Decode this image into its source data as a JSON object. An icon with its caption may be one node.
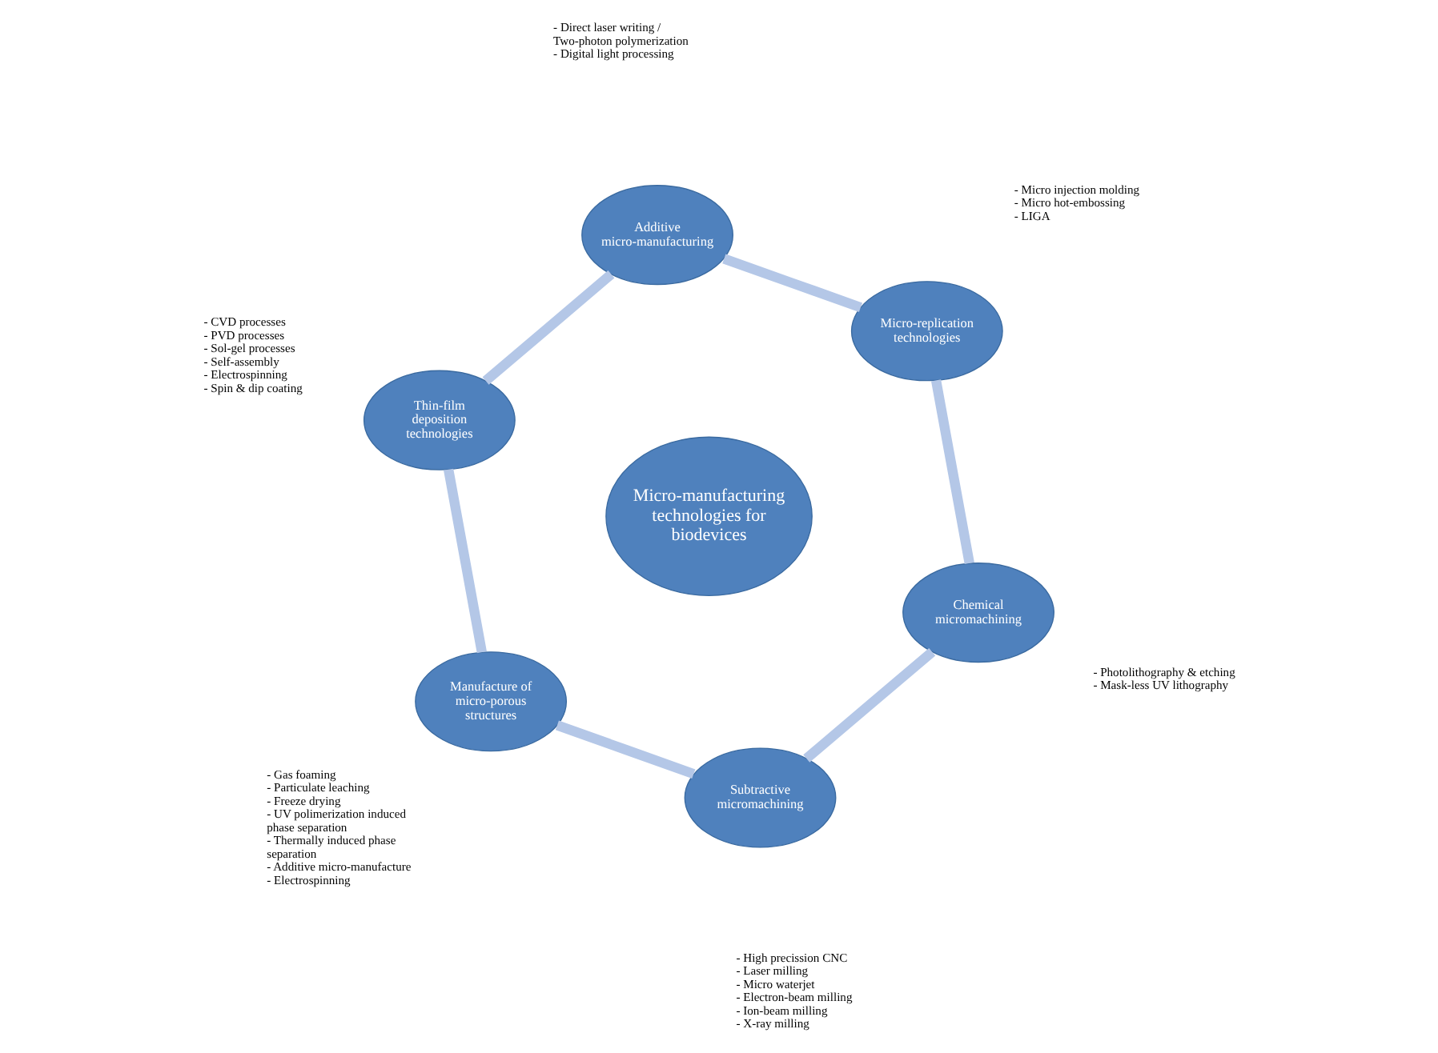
{
  "diagram": {
    "nodes": [
      {
        "text": [
          "Micro-manufacturing technologies for biodevices"
        ]
      },
      {
        "text": [
          "Subtractive micromachining"
        ],
        "beside": [
          "- High precission CNC",
          "- Laser milling",
          "- Micro waterjet",
          "- Electron-beam milling",
          "- Ion-beam milling",
          "- X-ray milling"
        ]
      },
      {
        "text": [
          "Manufacture of micro-porous structures"
        ],
        "beside": [
          "- Gas foaming",
          "- Particulate leaching",
          "- Freeze drying",
          "- UV polimerization induced phase separation",
          "- Thermally induced phase separation",
          "- Additive micro-manufacture",
          "- Electrospinning"
        ]
      },
      {
        "text": [
          "Thin-film deposition technologies"
        ],
        "beside": [
          "- CVD processes",
          "- PVD processes",
          "- Sol-gel processes",
          "- Self-assembly",
          "- Electrospinning",
          "- Spin & dip coating"
        ]
      },
      {
        "text": [
          "Additive micro-manufacturing"
        ],
        "beside": [
          "- Direct laser writing / Two-photon polymerization",
          "- Digital light processing"
        ]
      },
      {
        "text": [
          "Micro-replication technologies"
        ],
        "beside": [
          "- Micro injection molding",
          "- Micro hot-embossing",
          "- LIGA"
        ]
      },
      {
        "text": [
          "Chemical micromachining"
        ],
        "beside": [
          "- Photolithography & etching",
          "- Mask-less UV lithography"
        ]
      }
    ],
    "edges": [
      {
        "from": 1,
        "to": 2,
        "arrow": "none"
      },
      {
        "from": 2,
        "to": 3,
        "arrow": "none"
      },
      {
        "from": 3,
        "to": 4,
        "arrow": "none"
      },
      {
        "from": 4,
        "to": 5,
        "arrow": "none"
      },
      {
        "from": 5,
        "to": 6,
        "arrow": "none"
      },
      {
        "from": 6,
        "to": 1,
        "arrow": "none"
      }
    ]
  }
}
